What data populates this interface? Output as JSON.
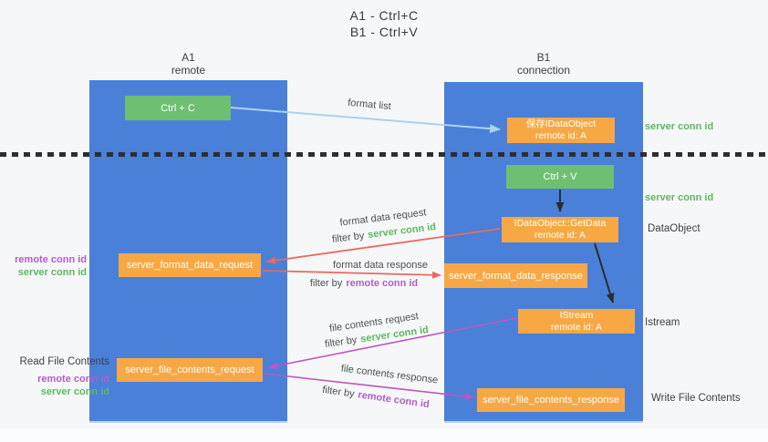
{
  "title": {
    "line1": "A1 - Ctrl+C",
    "line2": "B1 - Ctrl+V"
  },
  "lifelines": {
    "a": {
      "id": "A1",
      "role": "remote"
    },
    "b": {
      "id": "B1",
      "role": "connection"
    }
  },
  "nodes": {
    "ctrl_c": {
      "label": "Ctrl + C"
    },
    "ctrl_v": {
      "label": "Ctrl + V"
    },
    "save_dataobject": {
      "line1": "保存IDataObject",
      "line2": "remote id: A"
    },
    "getdata": {
      "line1": "IDataObject::GetData",
      "line2": "remote id: A"
    },
    "istream": {
      "line1": "IStream",
      "line2": "remote id: A"
    },
    "server_format_data_request": {
      "label": "server_format_data_request"
    },
    "server_format_data_response": {
      "label": "server_format_data_response"
    },
    "server_file_contents_request": {
      "label": "server_file_contents_request"
    },
    "server_file_contents_response": {
      "label": "server_file_contents_response"
    }
  },
  "flow_labels": {
    "format_list": "format list",
    "format_data_request": "format data request",
    "format_data_response": "format data response",
    "file_contents_request": "file contents request",
    "file_contents_response": "file contents response",
    "filter_by": "filter by",
    "server_conn_id": "server conn id",
    "remote_conn_id": "remote conn id"
  },
  "side_labels": {
    "server_conn_id_top": "server conn id",
    "server_conn_id_mid": "server conn id",
    "dataobject": "DataObject",
    "istream": "Istream",
    "read_file_contents": "Read File Contents",
    "write_file_contents": "Write File Contents",
    "remote_conn_id": "remote conn id",
    "server_conn_id": "server conn id"
  },
  "colors": {
    "lifeline_blue": "#4a80d8",
    "action_green": "#6fbf72",
    "message_orange": "#f7a844",
    "arrow_red": "#e96a5e",
    "arrow_magenta": "#bf54c3",
    "arrow_light_blue": "#a9d3ee",
    "arrow_black": "#2b2b2b",
    "conn_id_green_text": "#5cb860",
    "conn_id_purple_text": "#b05fc6"
  }
}
